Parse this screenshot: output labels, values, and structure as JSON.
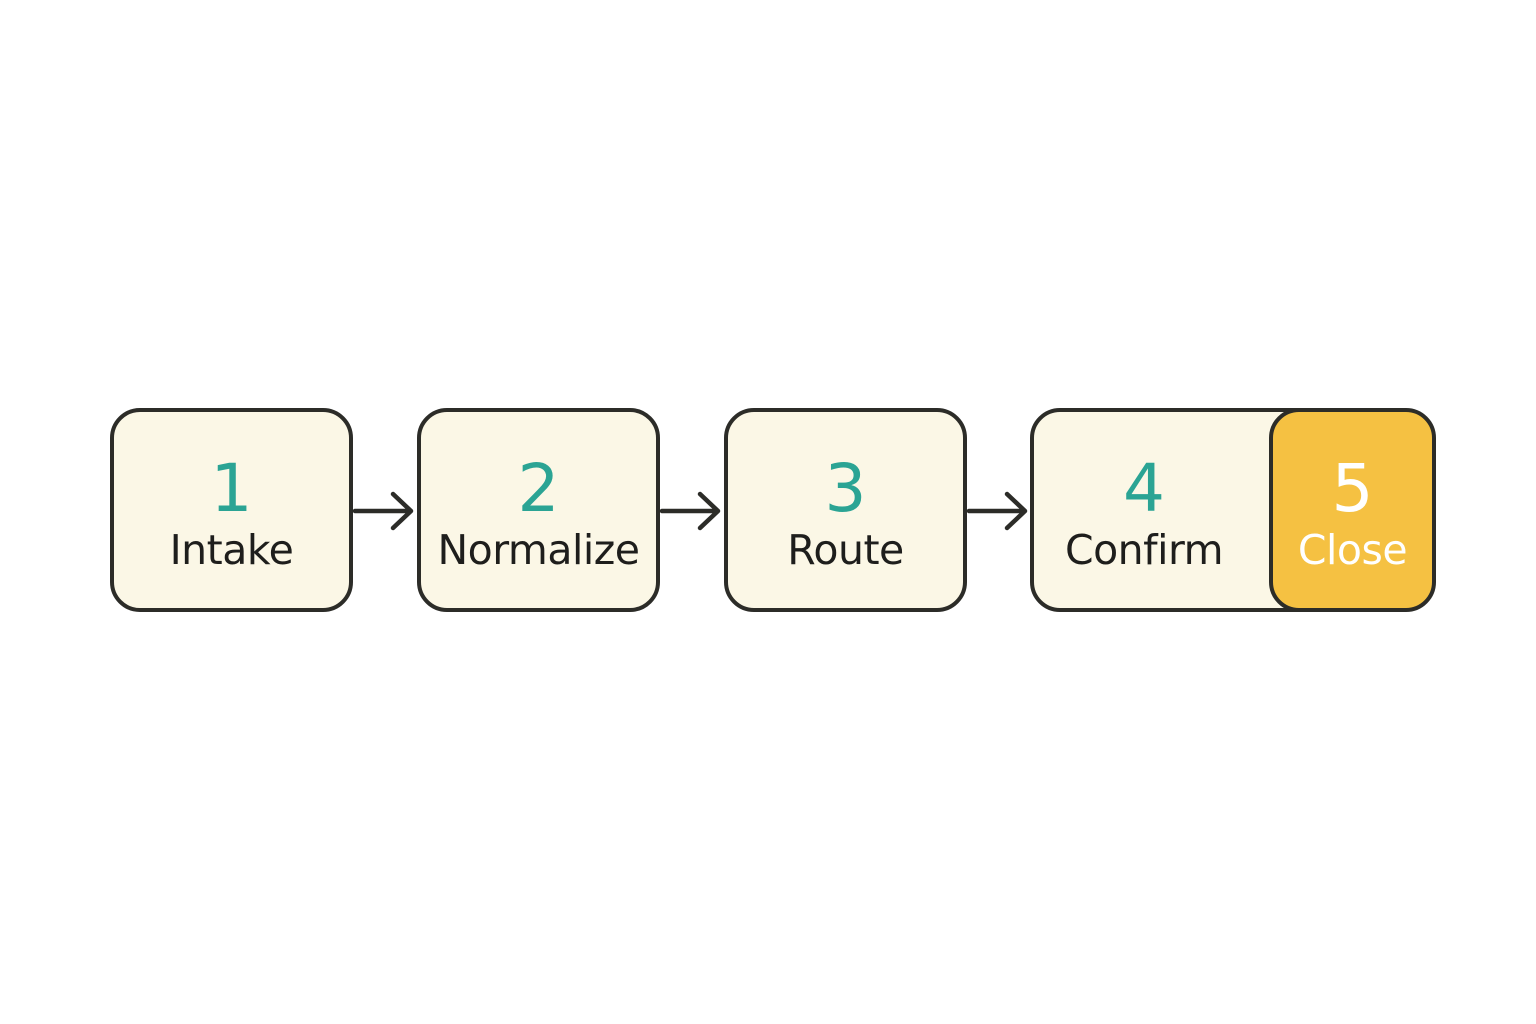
{
  "steps": [
    {
      "number": "1",
      "label": "Intake"
    },
    {
      "number": "2",
      "label": "Normalize"
    },
    {
      "number": "3",
      "label": "Route"
    },
    {
      "number": "4",
      "label": "Confirm"
    },
    {
      "number": "5",
      "label": "Close"
    }
  ],
  "colors": {
    "box_fill": "#fbf7e6",
    "box_border": "#2c2c28",
    "number": "#2ba494",
    "label": "#1e1e1c",
    "highlight_fill": "#f5c142",
    "highlight_text": "#ffffff"
  },
  "icons": {
    "connector": "arrow-right-icon"
  }
}
